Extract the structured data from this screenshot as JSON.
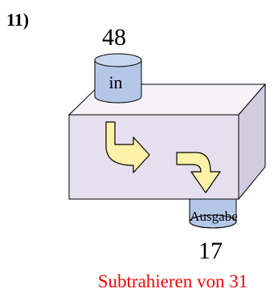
{
  "problem_number": "11)",
  "input_value": "48",
  "input_label": "in",
  "output_label": "Ausgabe",
  "output_value": "17",
  "rule_text": "Subtrahieren von 31",
  "colors": {
    "rule_text": "#ff0000",
    "cylinder_fill": "#b4c7e7",
    "box_front": "#e6e0ee",
    "box_top": "#f5f2f8",
    "box_side": "#d3cbe0",
    "arrow_fill": "#fff2a8"
  }
}
